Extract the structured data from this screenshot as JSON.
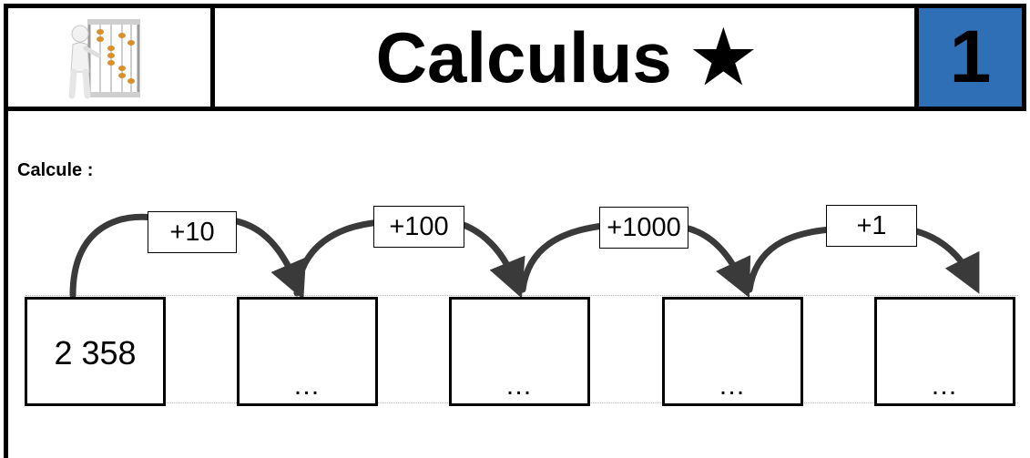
{
  "header": {
    "title": "Calculus ★",
    "level_number": "1",
    "logo_icon": "abacus-figure-icon",
    "accent_color": "#2e6fb5"
  },
  "exercise": {
    "instruction": "Calcule :",
    "start_value": "2 358",
    "blank": "…",
    "operations": [
      "+10",
      "+100",
      "+1000",
      "+1"
    ]
  }
}
